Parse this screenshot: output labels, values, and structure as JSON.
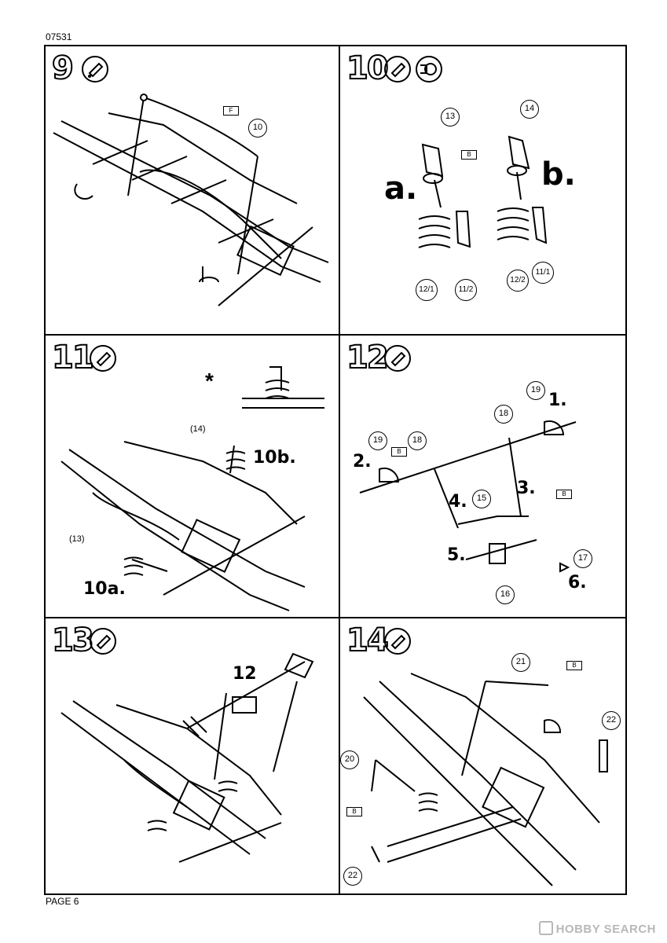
{
  "document": {
    "id": "07531",
    "page": "PAGE 6",
    "watermark": "HOBBY SEARCH"
  },
  "icons": {
    "glue": "glue-tube-icon",
    "tape": "decal-tape-icon",
    "asterisk": "asterisk-note-icon"
  },
  "steps": [
    {
      "number": "9",
      "parts": [
        "10"
      ],
      "flag": "F"
    },
    {
      "number": "10",
      "parts": [
        "13",
        "14",
        "12/1",
        "11/2",
        "12/2",
        "11/1"
      ],
      "labels": [
        "a.",
        "b."
      ],
      "flag": "B"
    },
    {
      "number": "11",
      "parts": [
        "(14)",
        "(13)"
      ],
      "labels": [
        "10b.",
        "10a."
      ],
      "note": "*"
    },
    {
      "number": "12",
      "parts": [
        "19",
        "18",
        "19",
        "18",
        "15",
        "16",
        "17"
      ],
      "labels": [
        "1.",
        "2.",
        "3.",
        "4.",
        "5.",
        "6."
      ],
      "flag": "B"
    },
    {
      "number": "13",
      "labels": [
        "12"
      ]
    },
    {
      "number": "14",
      "parts": [
        "21",
        "20",
        "22",
        "22"
      ],
      "flag": "B"
    }
  ]
}
